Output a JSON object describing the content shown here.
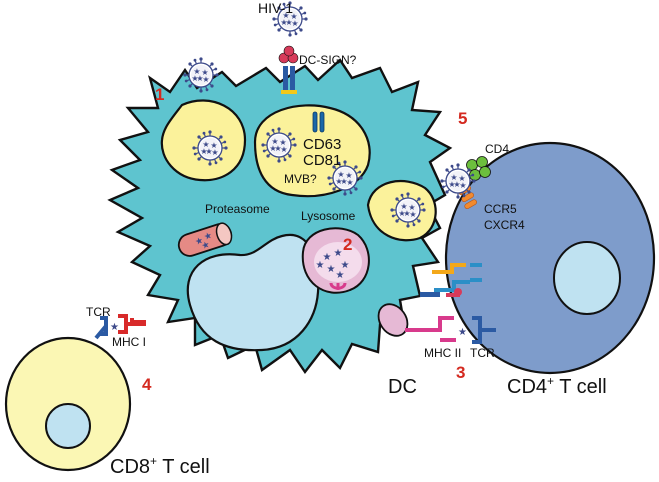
{
  "diagram": {
    "virus_label": "HIV-1",
    "receptor_label": "DC-SIGN?",
    "tetraspanin_1": "CD63",
    "tetraspanin_2": "CD81",
    "compartment_label": "MVB?",
    "proteasome_label": "Proteasome",
    "lysosome_label": "Lysosome",
    "cd4_label": "CD4",
    "coreceptor_1": "CCR5",
    "coreceptor_2": "CXCR4",
    "tcr_left": "TCR",
    "mhc1_label": "MHC I",
    "mhc2_label": "MHC II",
    "tcr_right": "TCR",
    "dc_label": "DC",
    "cd4_cell_label": "CD4",
    "cd4_cell_suffix": " T cell",
    "cd8_cell_label": "CD8",
    "cd8_cell_suffix": " T cell",
    "superscript_plus": "+",
    "step_1": "1",
    "step_2": "2",
    "step_3": "3",
    "step_4": "4",
    "step_5": "5"
  },
  "colors": {
    "dc_fill": "#5ec4cf",
    "vesicle_fill": "#fbf29b",
    "cd4_cell_fill": "#7e9ccb",
    "cd8_cell_fill": "#fbf7b4",
    "nucleus_fill": "#bfe2f1",
    "lysosome_fill": "#e6b9d5",
    "proteasome_fill": "#e58a85",
    "step_number": "#d42a20"
  }
}
